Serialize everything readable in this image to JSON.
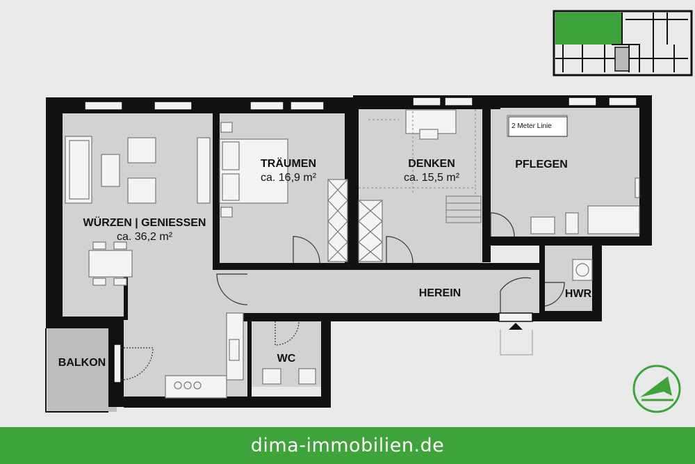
{
  "rooms": [
    {
      "id": "wuerzen",
      "name": "WÜRZEN | GENIESSEN",
      "area": "ca. 36,2 m²"
    },
    {
      "id": "traeumen",
      "name": "TRÄUMEN",
      "area": "ca. 16,9 m²"
    },
    {
      "id": "denken",
      "name": "DENKEN",
      "area": "ca. 15,5 m²"
    },
    {
      "id": "pflegen",
      "name": "PFLEGEN",
      "area": ""
    },
    {
      "id": "herein",
      "name": "HEREIN",
      "area": ""
    },
    {
      "id": "hwr",
      "name": "HWR",
      "area": ""
    },
    {
      "id": "wc",
      "name": "WC",
      "area": ""
    },
    {
      "id": "balkon",
      "name": "BALKON",
      "area": ""
    }
  ],
  "annotations": {
    "meter_line": "2 Meter Linie"
  },
  "footer": {
    "website": "dima-immobilien.de"
  },
  "colors": {
    "wall": "#111111",
    "floor": "#d2d2d2",
    "background": "#e9e9e9",
    "brand_green": "#3ea33a"
  },
  "icons": [
    "north-arrow-icon",
    "building-overview-icon",
    "entrance-arrow-icon"
  ]
}
